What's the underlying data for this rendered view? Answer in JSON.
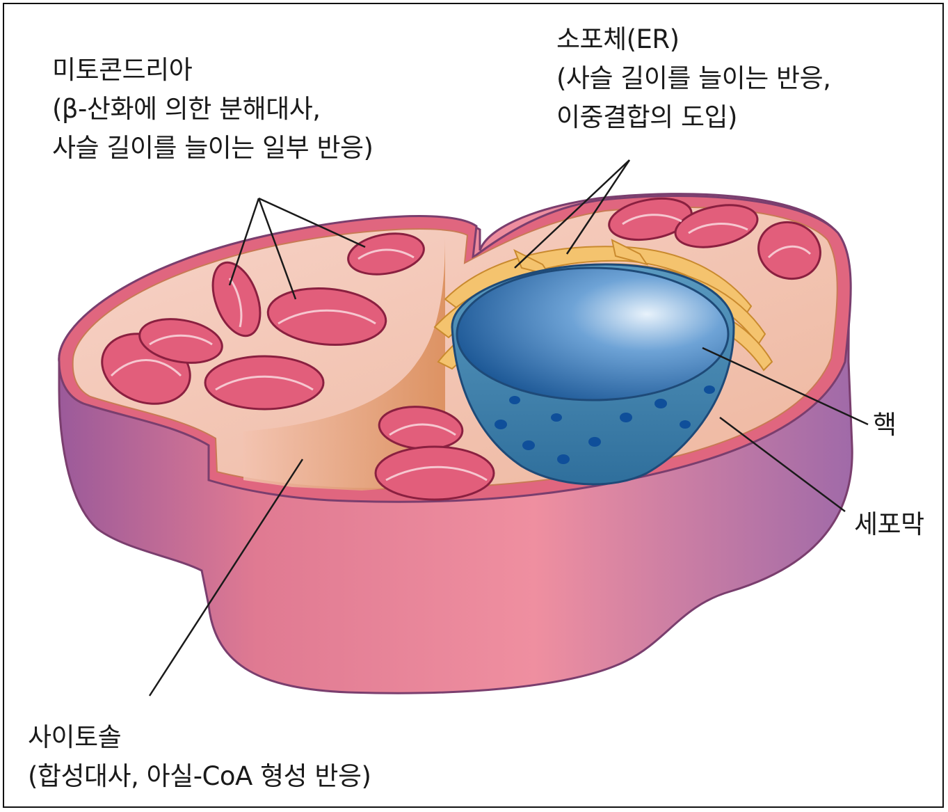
{
  "labels": {
    "mitochondria": {
      "title": "미토콘드리아",
      "line1": "(β-산화에 의한 분해대사,",
      "line2": "사슬 길이를 늘이는 일부 반응)"
    },
    "er": {
      "title": "소포체(ER)",
      "line1": "(사슬 길이를 늘이는 반응,",
      "line2": "이중결합의 도입)"
    },
    "nucleus": {
      "title": "핵"
    },
    "membrane": {
      "title": "세포막"
    },
    "cytosol": {
      "title": "사이토솔",
      "line1": "(합성대사, 아실-CoA 형성 반응)"
    }
  },
  "colors": {
    "membrane_outer": "#d9647f",
    "membrane_side": "#a86a9c",
    "cytoplasm": "#f6c9bd",
    "mitochondria": "#e05a78",
    "er": "#f2c26a",
    "nucleus": "#2f6fb0"
  }
}
